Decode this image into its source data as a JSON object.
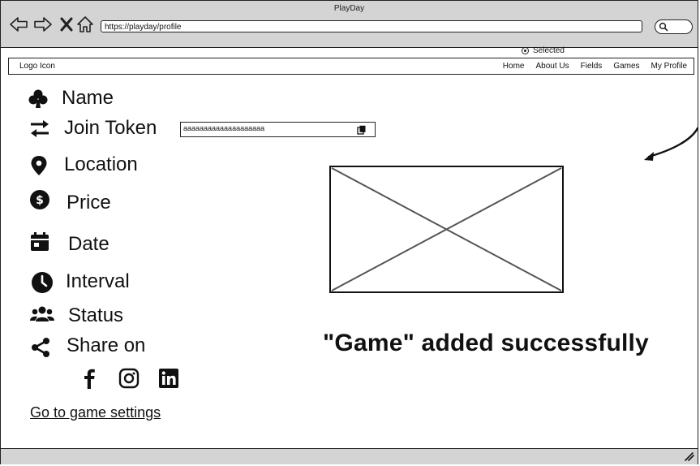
{
  "window": {
    "title": "PlayDay"
  },
  "address_bar": {
    "url": "https://playday/profile"
  },
  "radio": {
    "label": "Selected",
    "checked": true
  },
  "site_nav": {
    "logo": "Logo Icon",
    "links": [
      "Home",
      "About Us",
      "Fields",
      "Games",
      "My Profile"
    ]
  },
  "fields": {
    "name": "Name",
    "join_token": "Join Token",
    "location": "Location",
    "price": "Price",
    "date": "Date",
    "interval": "Interval",
    "status": "Status",
    "share_on": "Share on"
  },
  "token": {
    "value": "aaaaaaaaaaaaaaaaaaaa"
  },
  "social": [
    "facebook-icon",
    "instagram-icon",
    "linkedin-icon"
  ],
  "settings_link": "Go to game settings",
  "success_message": "\"Game\" added successfully",
  "colors": {
    "chrome": "#d4d4d4",
    "ink": "#222222"
  }
}
